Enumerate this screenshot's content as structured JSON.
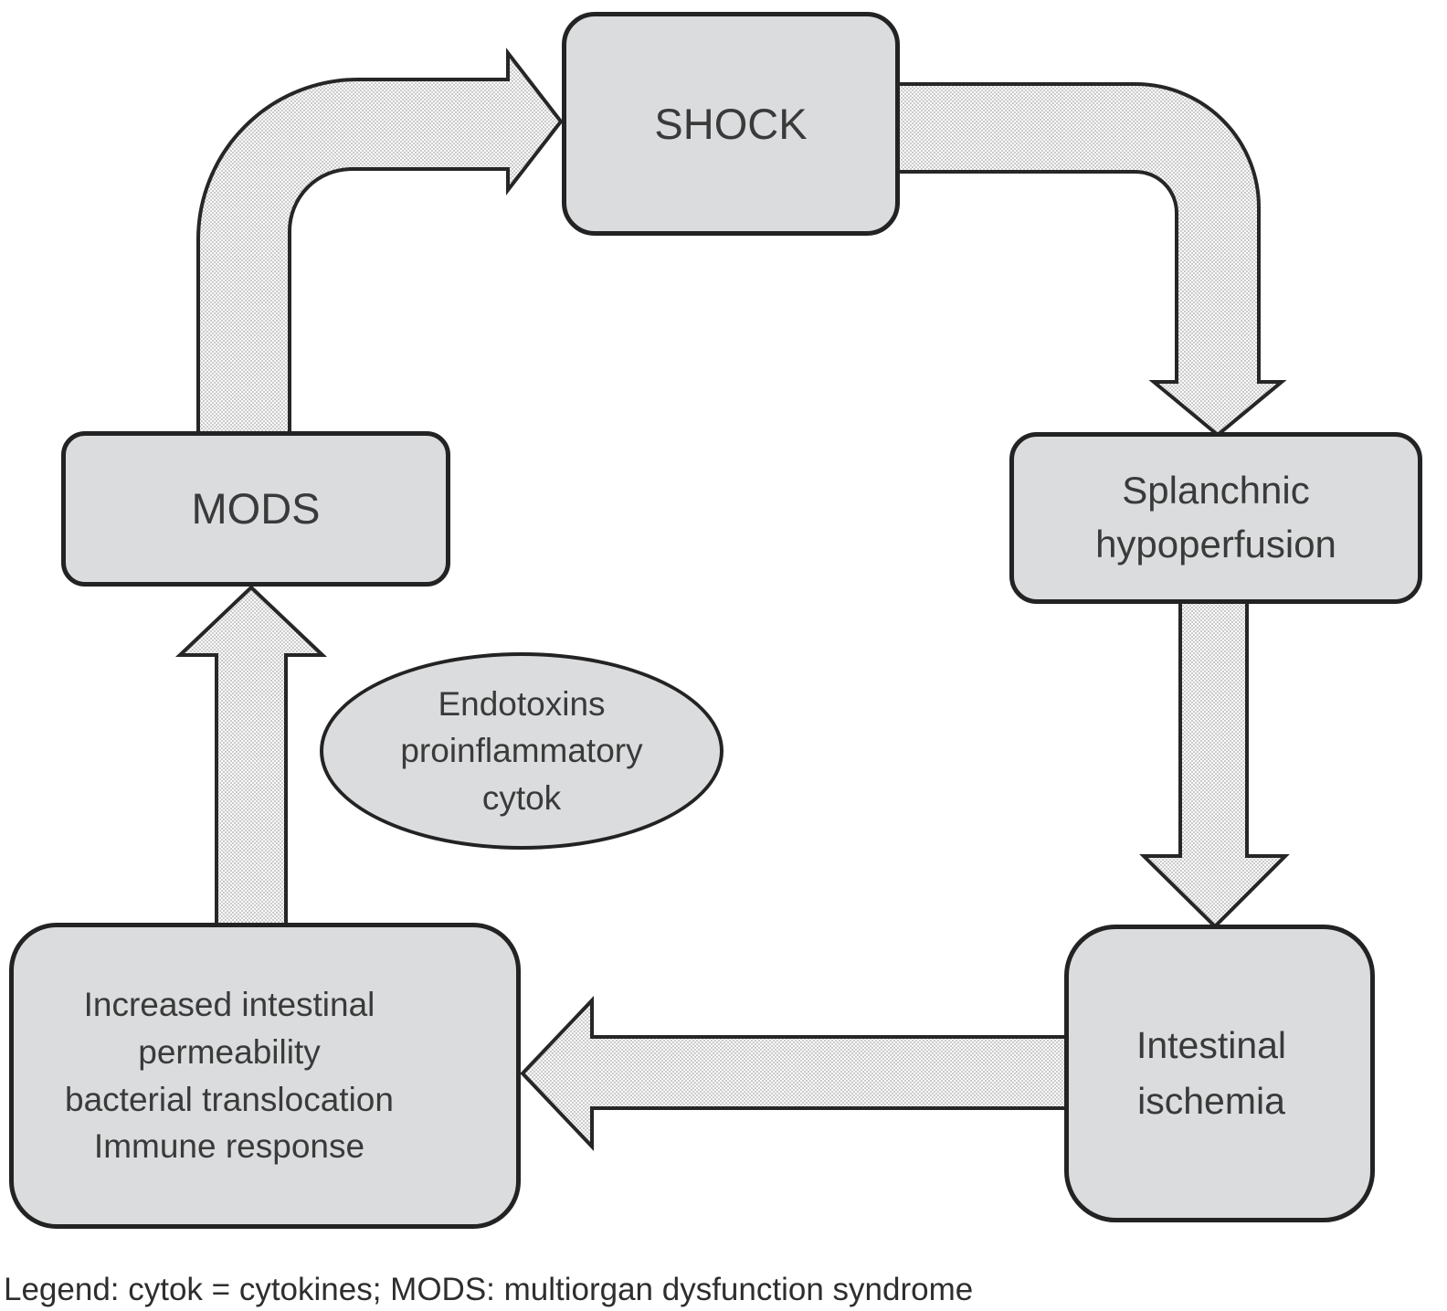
{
  "colors": {
    "page-bg": "#ffffff",
    "node-fill": "#dbdcdd",
    "node-border": "#232323",
    "text": "#3a3a3a",
    "arrow-stroke": "#262626",
    "halftone-bg": "#fbfbfb",
    "halftone-dot": "#cbcbcb"
  },
  "nodes": {
    "shock": {
      "lines": [
        "SHOCK"
      ]
    },
    "splanchnic": {
      "lines": [
        "Splanchnic",
        "hypoperfusion"
      ]
    },
    "intestinal_ischemia": {
      "lines": [
        "Intestinal",
        "ischemia"
      ]
    },
    "permeability": {
      "lines": [
        "Increased intestinal",
        "permeability",
        "bacterial translocation",
        "Immune response"
      ]
    },
    "mods": {
      "lines": [
        "MODS"
      ]
    },
    "endotoxins": {
      "lines": [
        "Endotoxins",
        "proinflammatory",
        "cytok"
      ]
    }
  },
  "legend": "Legend: cytok = cytokines; MODS: multiorgan dysfunction syndrome"
}
